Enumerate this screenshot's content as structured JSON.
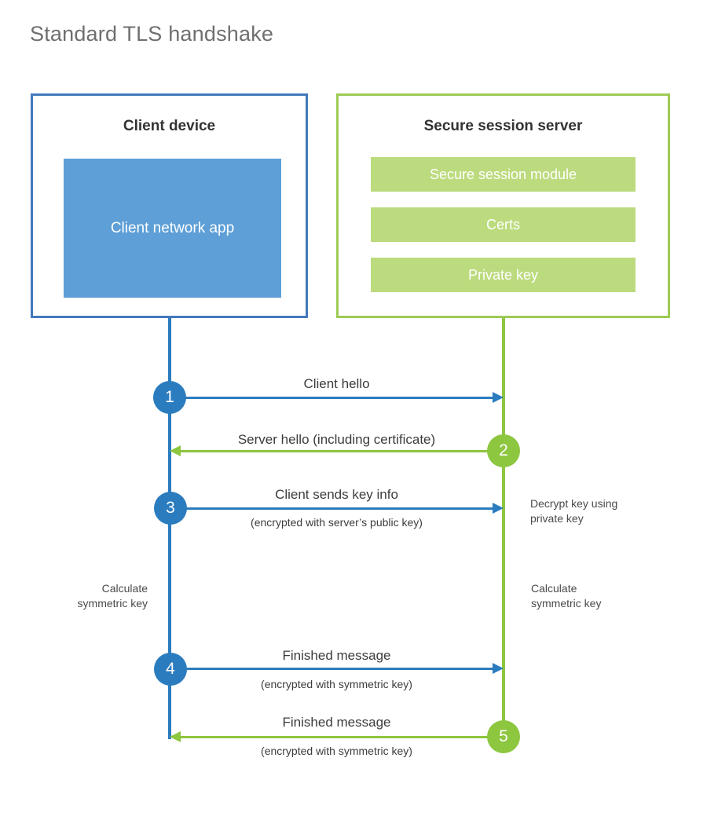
{
  "title": "Standard TLS handshake",
  "colors": {
    "client_border": "#4379bc",
    "client_fill": "#5d9fd6",
    "client_line": "#2b7cbf",
    "server_border": "#9ecb55",
    "server_fill": "#bcdb7e",
    "server_line": "#8dc63f",
    "title_text": "#6f6f6f",
    "body_text": "#3c3c3c",
    "background": "#ffffff"
  },
  "client": {
    "title": "Client device",
    "app_label": "Client network app"
  },
  "server": {
    "title": "Secure session server",
    "blocks": [
      {
        "label": "Secure session module"
      },
      {
        "label": "Certs"
      },
      {
        "label": "Private key"
      }
    ]
  },
  "steps": [
    {
      "number": "1",
      "direction": "client-to-server",
      "color": "blue",
      "label": "Client hello",
      "sublabel": ""
    },
    {
      "number": "2",
      "direction": "server-to-client",
      "color": "green",
      "label": "Server hello (including certificate)",
      "sublabel": ""
    },
    {
      "number": "3",
      "direction": "client-to-server",
      "color": "blue",
      "label": "Client sends key info",
      "sublabel": "(encrypted with server’s public key)"
    },
    {
      "number": "4",
      "direction": "client-to-server",
      "color": "blue",
      "label": "Finished message",
      "sublabel": "(encrypted with symmetric key)"
    },
    {
      "number": "5",
      "direction": "server-to-client",
      "color": "green",
      "label": "Finished message",
      "sublabel": "(encrypted with symmetric key)"
    }
  ],
  "notes": {
    "decrypt_key": "Decrypt key using\nprivate key",
    "decrypt_key_line1": "Decrypt key using",
    "decrypt_key_line2": "private key",
    "calculate_client_line1": "Calculate",
    "calculate_client_line2": "symmetric key",
    "calculate_server_line1": "Calculate",
    "calculate_server_line2": "symmetric key"
  }
}
